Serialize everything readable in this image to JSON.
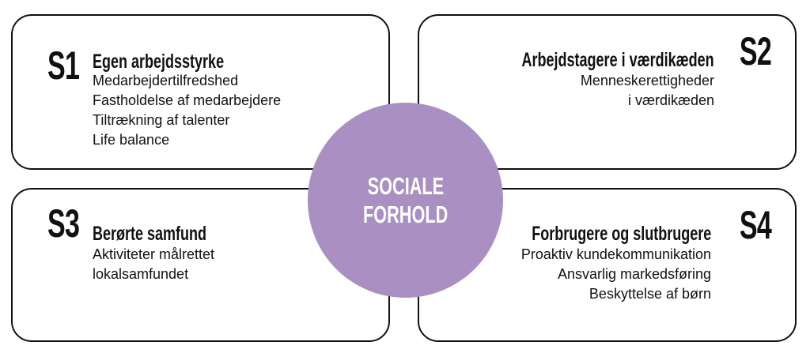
{
  "center": {
    "line1": "SOCIALE",
    "line2": "FORHOLD",
    "color": "#a98fc2"
  },
  "sections": [
    {
      "code": "S1",
      "title": "Egen arbejdsstyrke",
      "items": [
        "Medarbejdertilfredshed",
        "Fastholdelse af medarbejdere",
        "Tiltrækning af talenter",
        "Life balance"
      ]
    },
    {
      "code": "S2",
      "title": "Arbejdstagere i værdikæden",
      "items": [
        "Menneskerettigheder",
        "i værdikæden"
      ]
    },
    {
      "code": "S3",
      "title": "Berørte samfund",
      "items": [
        "Aktiviteter målrettet",
        "lokalsamfundet"
      ]
    },
    {
      "code": "S4",
      "title": "Forbrugere og slutbrugere",
      "items": [
        "Proaktiv kundekommunikation",
        "Ansvarlig markedsføring",
        "Beskyttelse af børn"
      ]
    }
  ]
}
